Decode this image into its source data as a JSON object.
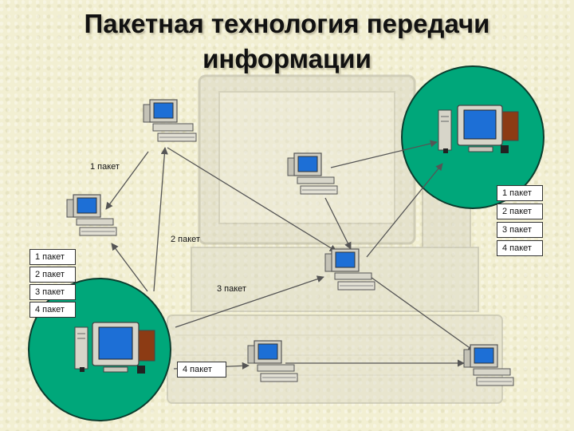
{
  "title": "Пакетная технология передачи информации",
  "packet_labels": {
    "top_link": "1 пакет",
    "mid_link": "2 пакет",
    "center_link": "3 пакет",
    "bottom_link": "4 пакет",
    "left_stack": [
      "1 пакет",
      "2 пакет",
      "3 пакет",
      "4 пакет"
    ],
    "right_stack": [
      "1 пакет",
      "2 пакет",
      "3 пакет",
      "4 пакет"
    ]
  },
  "colors": {
    "highlight_circle": "#00a77a",
    "monitor_screen": "#1d6fd6",
    "link_line": "#555555"
  },
  "icons": {
    "computer": "computer-icon",
    "desktop_pc": "desktop-pc-icon"
  }
}
